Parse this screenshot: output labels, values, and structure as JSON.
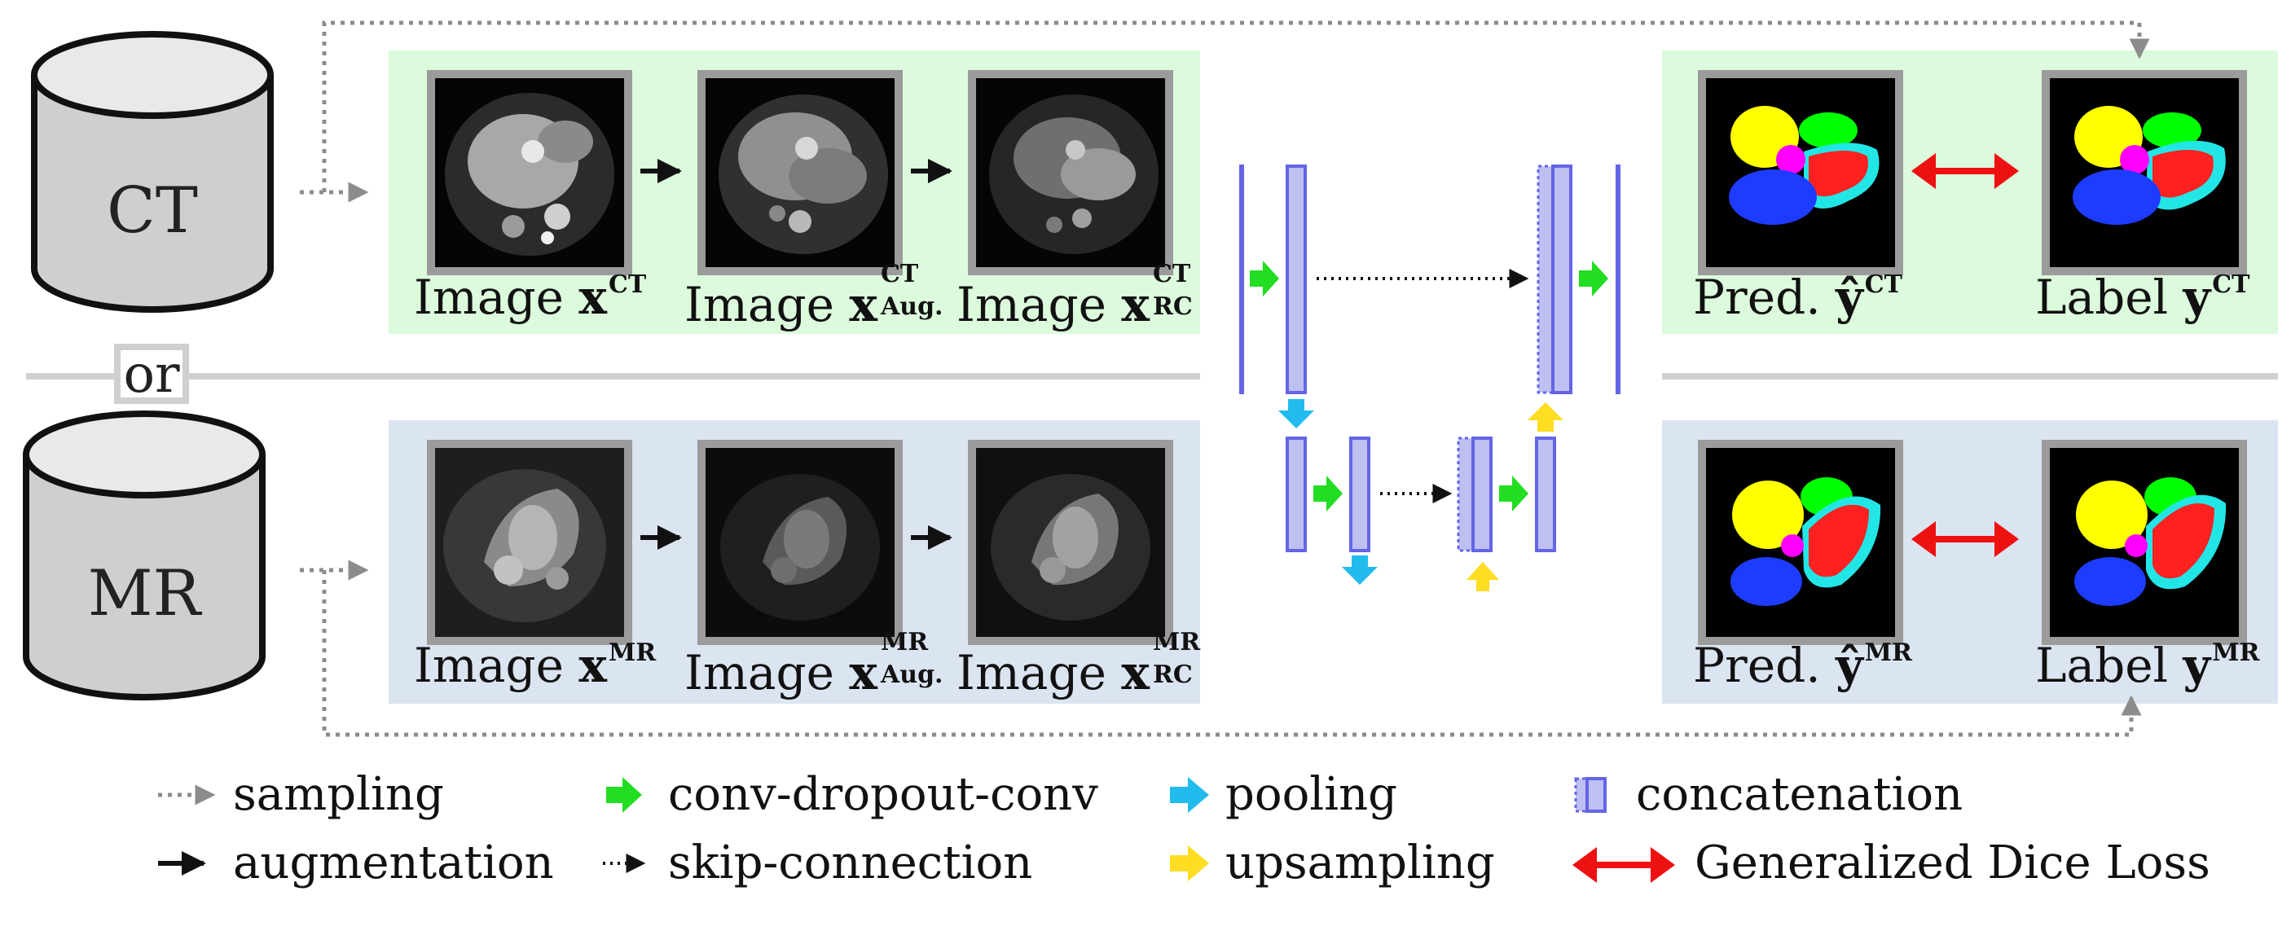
{
  "databases": {
    "ct_label": "CT",
    "mr_label": "MR",
    "or_label": "or"
  },
  "ct_row": {
    "captions": [
      {
        "word": "Image",
        "symbol": "x",
        "sup": "CT",
        "sub": ""
      },
      {
        "word": "Image",
        "symbol": "x",
        "sup": "CT",
        "sub": "Aug."
      },
      {
        "word": "Image",
        "symbol": "x",
        "sup": "CT",
        "sub": "RC"
      }
    ],
    "pred_caption": {
      "word": "Pred.",
      "symbol": "ŷ",
      "sup": "CT"
    },
    "label_caption": {
      "word": "Label",
      "symbol": "y",
      "sup": "CT"
    }
  },
  "mr_row": {
    "captions": [
      {
        "word": "Image",
        "symbol": "x",
        "sup": "MR",
        "sub": ""
      },
      {
        "word": "Image",
        "symbol": "x",
        "sup": "MR",
        "sub": "Aug."
      },
      {
        "word": "Image",
        "symbol": "x",
        "sup": "MR",
        "sub": "RC"
      }
    ],
    "pred_caption": {
      "word": "Pred.",
      "symbol": "ŷ",
      "sup": "MR"
    },
    "label_caption": {
      "word": "Label",
      "symbol": "y",
      "sup": "MR"
    }
  },
  "legend": {
    "sampling": "sampling",
    "augmentation": "augmentation",
    "conv": "conv-dropout-conv",
    "skip": "skip-connection",
    "pooling": "pooling",
    "upsampling": "upsampling",
    "concat": "concatenation",
    "dice": "Generalized Dice Loss"
  },
  "colors": {
    "ct_panel": "#dcfadc",
    "mr_panel": "#dbe4f1",
    "unet_block": "#bfc0f2",
    "unet_stroke": "#6464e6",
    "conv_arrow": "#22dd22",
    "pool_arrow": "#22bbee",
    "up_arrow": "#ffdd22",
    "dice_arrow": "#ee1111",
    "sampling_arrow": "#8c8c8c"
  }
}
